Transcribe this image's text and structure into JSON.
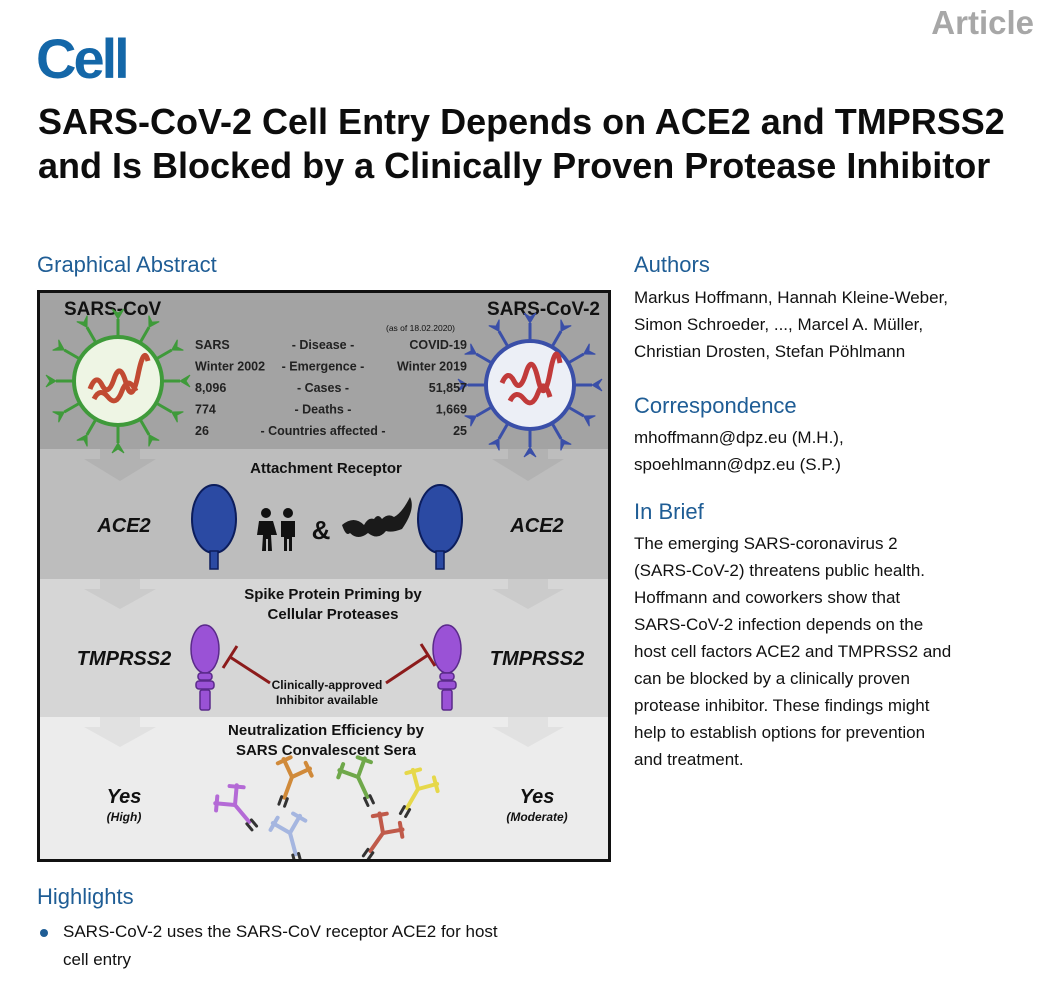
{
  "header": {
    "article_type": "Article",
    "journal": "Cell",
    "title": "SARS-CoV-2 Cell Entry Depends on ACE2 and TMPRSS2 and Is Blocked by a Clinically Proven Protease Inhibitor"
  },
  "graphical_abstract": {
    "heading": "Graphical Abstract",
    "left_virus": "SARS-CoV",
    "right_virus": "SARS-CoV-2",
    "date_note": "(as of 18.02.2020)",
    "table": [
      {
        "left": "SARS",
        "label": "- Disease -",
        "right": "COVID-19"
      },
      {
        "left": "Winter 2002",
        "label": "- Emergence -",
        "right": "Winter 2019"
      },
      {
        "left": "8,096",
        "label": "- Cases -",
        "right": "51,857"
      },
      {
        "left": "774",
        "label": "- Deaths -",
        "right": "1,669"
      },
      {
        "left": "26",
        "label": "- Countries affected -",
        "right": "25"
      }
    ],
    "attachment": {
      "heading": "Attachment Receptor",
      "left_label": "ACE2",
      "right_label": "ACE2",
      "amp": "&"
    },
    "priming": {
      "heading_line1": "Spike Protein Priming by",
      "heading_line2": "Cellular Proteases",
      "left_label": "TMPRSS2",
      "right_label": "TMPRSS2",
      "inhibitor_line1": "Clinically-approved",
      "inhibitor_line2": "Inhibitor available"
    },
    "neutralization": {
      "heading_line1": "Neutralization Efficiency by",
      "heading_line2": "SARS Convalescent Sera",
      "left_answer": "Yes",
      "left_detail": "(High)",
      "right_answer": "Yes",
      "right_detail": "(Moderate)"
    },
    "colors": {
      "band1": "#a3a3a3",
      "band2": "#bdbdbd",
      "band3": "#d6d6d6",
      "band4": "#ececec",
      "ace2": "#2b4aa3",
      "tmprss2": "#9a52d6",
      "inhibitor": "#8c1b1b",
      "sars_virus": "#3f9a3a",
      "sars2_virus": "#3a4fa8"
    }
  },
  "authors": {
    "heading": "Authors",
    "lines": [
      "Markus Hoffmann, Hannah Kleine-Weber,",
      "Simon Schroeder, ..., Marcel A. Müller,",
      "Christian Drosten, Stefan Pöhlmann"
    ]
  },
  "correspondence": {
    "heading": "Correspondence",
    "lines": [
      "mhoffmann@dpz.eu (M.H.),",
      "spoehlmann@dpz.eu (S.P.)"
    ]
  },
  "in_brief": {
    "heading": "In Brief",
    "lines": [
      "The emerging SARS-coronavirus 2",
      "(SARS-CoV-2) threatens public health.",
      "Hoffmann and coworkers show that",
      "SARS-CoV-2 infection depends on the",
      "host cell factors ACE2 and TMPRSS2 and",
      "can be blocked by a clinically proven",
      "protease inhibitor. These findings might",
      "help to establish options for prevention",
      "and treatment."
    ]
  },
  "highlights": {
    "heading": "Highlights",
    "items": [
      {
        "lines": [
          "SARS-CoV-2 uses the SARS-CoV receptor ACE2 for host",
          "cell entry"
        ]
      }
    ]
  }
}
